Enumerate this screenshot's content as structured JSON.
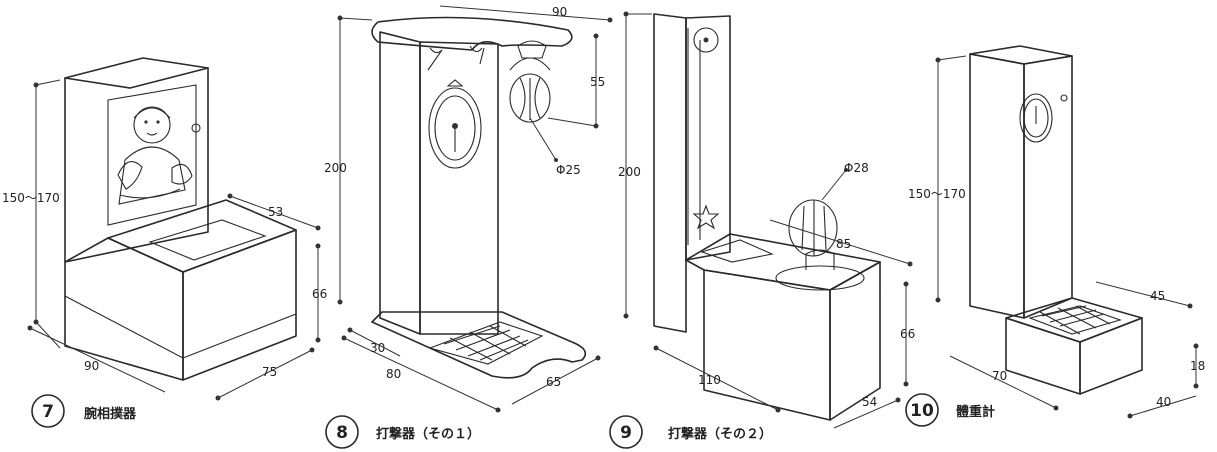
{
  "figures": [
    {
      "number": "7",
      "caption": "腕相撲器",
      "dims": {
        "height": "150～170",
        "depth": "53",
        "seat_height": "66",
        "width": "90",
        "length": "75"
      }
    },
    {
      "number": "8",
      "caption": "打撃器（その１）",
      "dims": {
        "top": "90",
        "bag_drop": "55",
        "bag": "Φ25",
        "height": "200",
        "base_front": "30",
        "base_width": "80",
        "base_length": "65"
      }
    },
    {
      "number": "9",
      "caption": "打撃器（その２）",
      "dims": {
        "handle": "Φ28",
        "height": "200",
        "depth": "85",
        "counter_height": "66",
        "width": "110",
        "side": "54"
      }
    },
    {
      "number": "10",
      "caption": "體重計",
      "dims": {
        "height": "150～170",
        "plate": "45",
        "step": "18",
        "width": "70",
        "side": "40"
      }
    }
  ],
  "colors": {
    "ink": "#2a2a2a",
    "paper": "#ffffff"
  }
}
